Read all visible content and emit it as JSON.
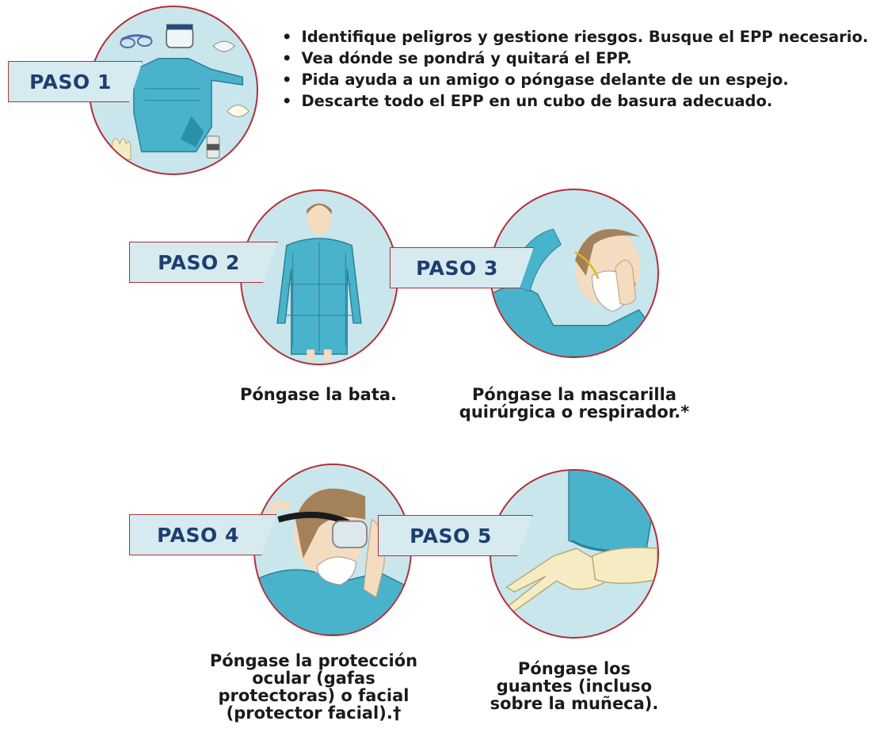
{
  "steps": [
    {
      "tag": "PASO 1"
    },
    {
      "tag": "PASO 2",
      "caption": "Póngase la bata."
    },
    {
      "tag": "PASO 3",
      "caption_lines": [
        "Póngase la mascarilla",
        "quirúrgica o respirador.*"
      ]
    },
    {
      "tag": "PASO 4",
      "caption_lines": [
        "Póngase la protección",
        "ocular (gafas",
        "protectoras) o facial",
        "(protector facial).†"
      ]
    },
    {
      "tag": "PASO 5",
      "caption_lines": [
        "Póngase los",
        "guantes (incluso",
        "sobre la muñeca)."
      ]
    }
  ],
  "step1_bullets": [
    "Identifique peligros y gestione riesgos. Busque el EPP necesario.",
    "Vea dónde se pondrá y quitará el EPP.",
    "Pida ayuda a un amigo o póngase delante de un espejo.",
    "Descarte todo el EPP en un cubo de basura adecuado."
  ],
  "colors": {
    "circle_fill": "#c8e6ec",
    "circle_border": "#b0303a",
    "tag_fill": "#d6eaf0",
    "tag_text": "#1c3f6e",
    "gown": "#4ab3cc",
    "skin": "#f3dcc0",
    "hair": "#9a7a56"
  }
}
